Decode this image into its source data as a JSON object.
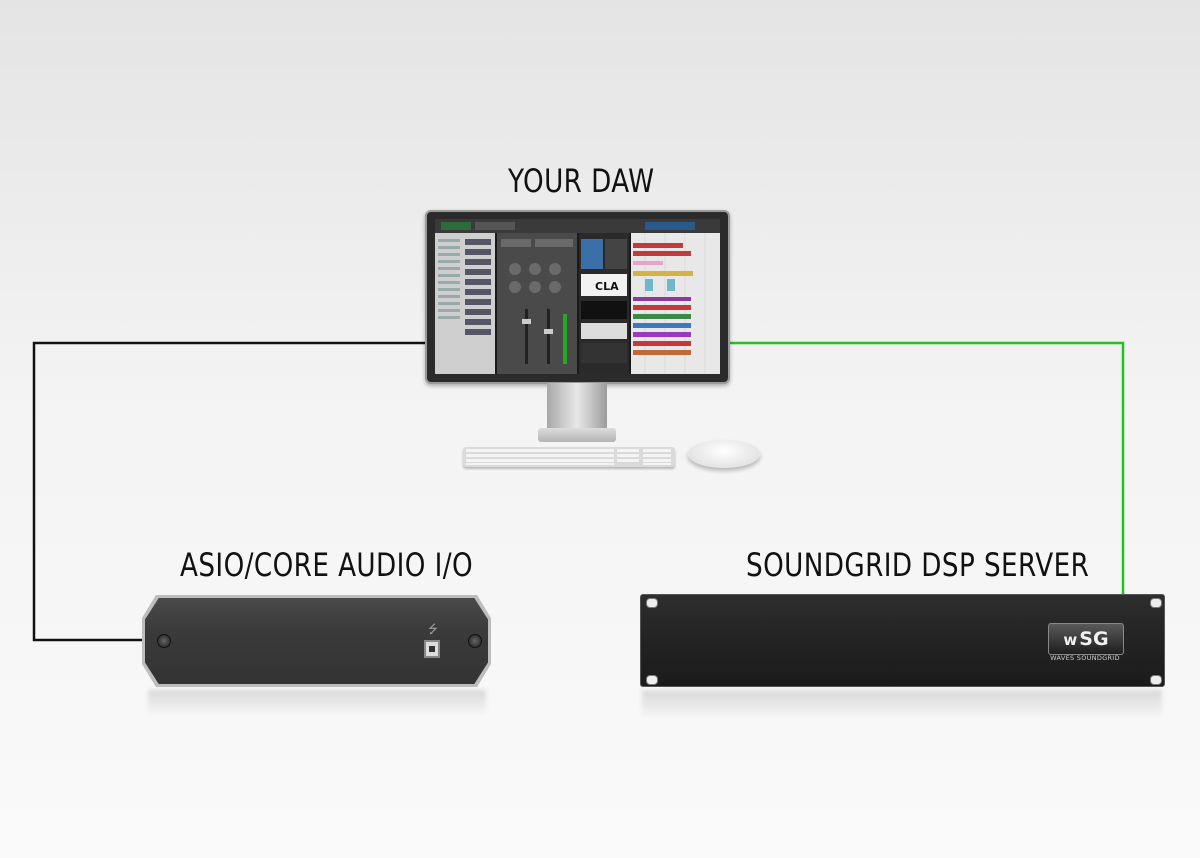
{
  "labels": {
    "daw": "YOUR DAW",
    "audio_io": "ASIO/CORE AUDIO I/O",
    "dsp_server": "SOUNDGRID DSP SERVER"
  },
  "server_badge": {
    "logo": "SG",
    "caption": "WAVES SOUNDGRID"
  },
  "daw_screen": {
    "plugin_label": "CLA"
  },
  "colors": {
    "cable_black": "#111111",
    "cable_green": "#22c21f"
  },
  "icons": [
    "usb-icon",
    "w-logo-icon"
  ]
}
